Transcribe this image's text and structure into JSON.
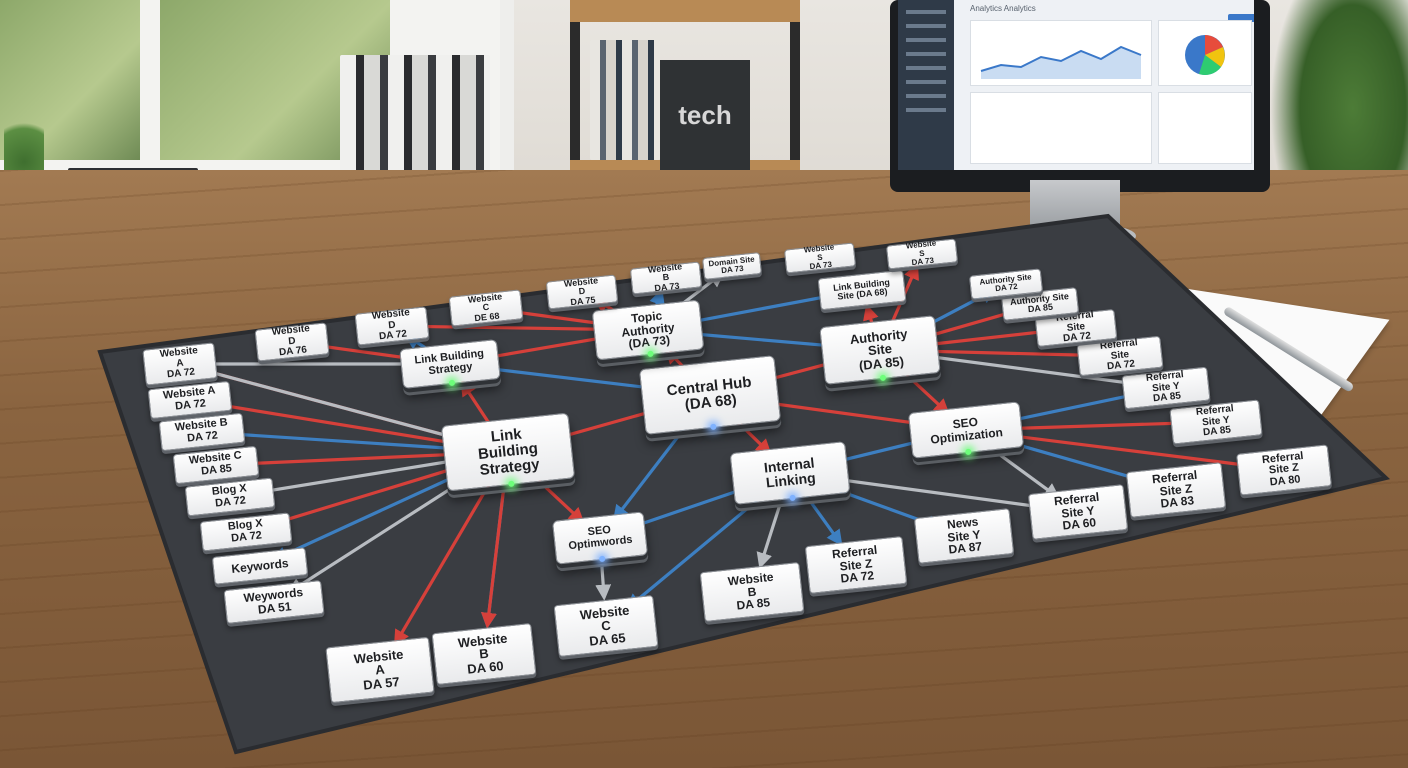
{
  "background": {
    "box_label": "tech",
    "monitor_title": "Analytics Analytics"
  },
  "colors": {
    "mat": "#3a3d42",
    "edge_red": "#d6403a",
    "edge_blue": "#3d7fc1",
    "edge_gray": "#b8bcc1",
    "led_green": "#6dff7a",
    "led_blue": "#7fb2ff"
  },
  "hubs": [
    {
      "id": "central",
      "label": "Central Hub\n(DA 68)",
      "led": "blue"
    },
    {
      "id": "lbs_main",
      "label": "Link\nBuilding\nStrategy",
      "led": "green"
    },
    {
      "id": "lbs_small",
      "label": "Link Building\nStrategy",
      "led": "green"
    },
    {
      "id": "topic",
      "label": "Topic\nAuthority\n(DA 73)",
      "led": "green"
    },
    {
      "id": "authority",
      "label": "Authority\nSite\n(DA 85)",
      "led": "green"
    },
    {
      "id": "seo_opt",
      "label": "SEO\nOptimization",
      "led": "green"
    },
    {
      "id": "internal",
      "label": "Internal\nLinking",
      "led": "blue"
    },
    {
      "id": "seo_opt2",
      "label": "SEO\nOptimwords",
      "led": "blue"
    }
  ],
  "leaves": [
    {
      "id": "l_wa72",
      "label": "Website\nA\nDA 72"
    },
    {
      "id": "l_wa72b",
      "label": "Website A\nDA 72"
    },
    {
      "id": "l_wb72",
      "label": "Website B\nDA 72"
    },
    {
      "id": "l_wc85",
      "label": "Website C\nDA 85"
    },
    {
      "id": "l_bx72",
      "label": "Blog X\nDA 72"
    },
    {
      "id": "l_bx72b",
      "label": "Blog X\nDA 72"
    },
    {
      "id": "l_kw",
      "label": "Keywords"
    },
    {
      "id": "l_wy51",
      "label": "Weywords\nDA 51"
    },
    {
      "id": "l_wa57",
      "label": "Website\nA\nDA 57"
    },
    {
      "id": "l_wb60",
      "label": "Website\nB\nDA 60"
    },
    {
      "id": "l_wc65",
      "label": "Website\nC\nDA 65"
    },
    {
      "id": "l_wb85",
      "label": "Website\nB\nDA 85"
    },
    {
      "id": "l_rz72",
      "label": "Referral\nSite Z\nDA 72"
    },
    {
      "id": "l_ny87",
      "label": "News\nSite Y\nDA 87"
    },
    {
      "id": "l_ry60",
      "label": "Referral\nSite Y\nDA 60"
    },
    {
      "id": "l_rz83",
      "label": "Referral\nSite Z\nDA 83"
    },
    {
      "id": "l_rz80",
      "label": "Referral\nSite Z\nDA 80"
    },
    {
      "id": "l_ry85",
      "label": "Referral\nSite Y\nDA 85"
    },
    {
      "id": "l_rs85b",
      "label": "Referral\nSite Y\nDA 85"
    },
    {
      "id": "l_rs72",
      "label": "Referral\nSite\nDA 72"
    },
    {
      "id": "l_rs72b",
      "label": "Referral\nSite\nDA 72"
    },
    {
      "id": "l_as85",
      "label": "Authority Site\nDA 85"
    },
    {
      "id": "l_as72",
      "label": "Authority Site\nDA 72"
    },
    {
      "id": "l_lbs68",
      "label": "Link Building\nSite (DA 68)"
    },
    {
      "id": "l_ws",
      "label": "Website\nS\nDA 73"
    },
    {
      "id": "l_wsb",
      "label": "Website\nS\nDA 73"
    },
    {
      "id": "l_dsds",
      "label": "Domain Site\nDA 73"
    },
    {
      "id": "l_wb73",
      "label": "Website\nB\nDA 73"
    },
    {
      "id": "l_wd75",
      "label": "Website\nD\nDA 75"
    },
    {
      "id": "l_wc68",
      "label": "Website\nC\nDE 68"
    },
    {
      "id": "l_wd72",
      "label": "Website\nD\nDA 72"
    },
    {
      "id": "l_wd76",
      "label": "Website\nD\nDA 76"
    }
  ],
  "edges": [
    [
      "lbs_main",
      "l_wa72",
      "red"
    ],
    [
      "lbs_main",
      "l_wa72b",
      "red"
    ],
    [
      "lbs_main",
      "l_wb72",
      "blue"
    ],
    [
      "lbs_main",
      "l_wc85",
      "red"
    ],
    [
      "lbs_main",
      "l_bx72",
      "gray"
    ],
    [
      "lbs_main",
      "l_bx72b",
      "red"
    ],
    [
      "lbs_main",
      "l_kw",
      "blue"
    ],
    [
      "lbs_main",
      "l_wy51",
      "gray"
    ],
    [
      "lbs_main",
      "l_wa57",
      "red"
    ],
    [
      "lbs_main",
      "l_wb60",
      "blue"
    ],
    [
      "lbs_main",
      "l_wb60",
      "red"
    ],
    [
      "lbs_main",
      "seo_opt2",
      "red"
    ],
    [
      "lbs_main",
      "lbs_small",
      "red"
    ],
    [
      "lbs_main",
      "l_wa72",
      "gray"
    ],
    [
      "central",
      "lbs_main",
      "red"
    ],
    [
      "central",
      "topic",
      "red"
    ],
    [
      "central",
      "authority",
      "red"
    ],
    [
      "central",
      "seo_opt",
      "red"
    ],
    [
      "central",
      "internal",
      "red"
    ],
    [
      "central",
      "seo_opt2",
      "blue"
    ],
    [
      "central",
      "lbs_small",
      "blue"
    ],
    [
      "lbs_small",
      "l_wd76",
      "red"
    ],
    [
      "lbs_small",
      "l_wd72",
      "blue"
    ],
    [
      "lbs_small",
      "l_wa72",
      "gray"
    ],
    [
      "topic",
      "l_wd72",
      "red"
    ],
    [
      "topic",
      "l_wc68",
      "red"
    ],
    [
      "topic",
      "l_wd75",
      "red"
    ],
    [
      "topic",
      "l_wb73",
      "blue"
    ],
    [
      "topic",
      "l_dsds",
      "gray"
    ],
    [
      "topic",
      "authority",
      "blue"
    ],
    [
      "topic",
      "l_lbs68",
      "blue"
    ],
    [
      "topic",
      "lbs_small",
      "red"
    ],
    [
      "authority",
      "l_ws",
      "red"
    ],
    [
      "authority",
      "l_as85",
      "red"
    ],
    [
      "authority",
      "l_as72",
      "blue"
    ],
    [
      "authority",
      "l_rs72",
      "red"
    ],
    [
      "authority",
      "l_rs72b",
      "red"
    ],
    [
      "authority",
      "l_rs85b",
      "gray"
    ],
    [
      "authority",
      "l_lbs68",
      "red"
    ],
    [
      "authority",
      "seo_opt",
      "red"
    ],
    [
      "seo_opt",
      "l_ry85",
      "red"
    ],
    [
      "seo_opt",
      "l_rz80",
      "red"
    ],
    [
      "seo_opt",
      "l_rz83",
      "blue"
    ],
    [
      "seo_opt",
      "l_ry60",
      "gray"
    ],
    [
      "seo_opt",
      "internal",
      "blue"
    ],
    [
      "seo_opt",
      "l_rs85b",
      "blue"
    ],
    [
      "internal",
      "l_ny87",
      "blue"
    ],
    [
      "internal",
      "l_ry60",
      "gray"
    ],
    [
      "internal",
      "l_rz72",
      "blue"
    ],
    [
      "internal",
      "l_wb85",
      "gray"
    ],
    [
      "internal",
      "seo_opt2",
      "blue"
    ],
    [
      "internal",
      "l_wc65",
      "blue"
    ],
    [
      "seo_opt2",
      "l_wc65",
      "gray"
    ]
  ]
}
